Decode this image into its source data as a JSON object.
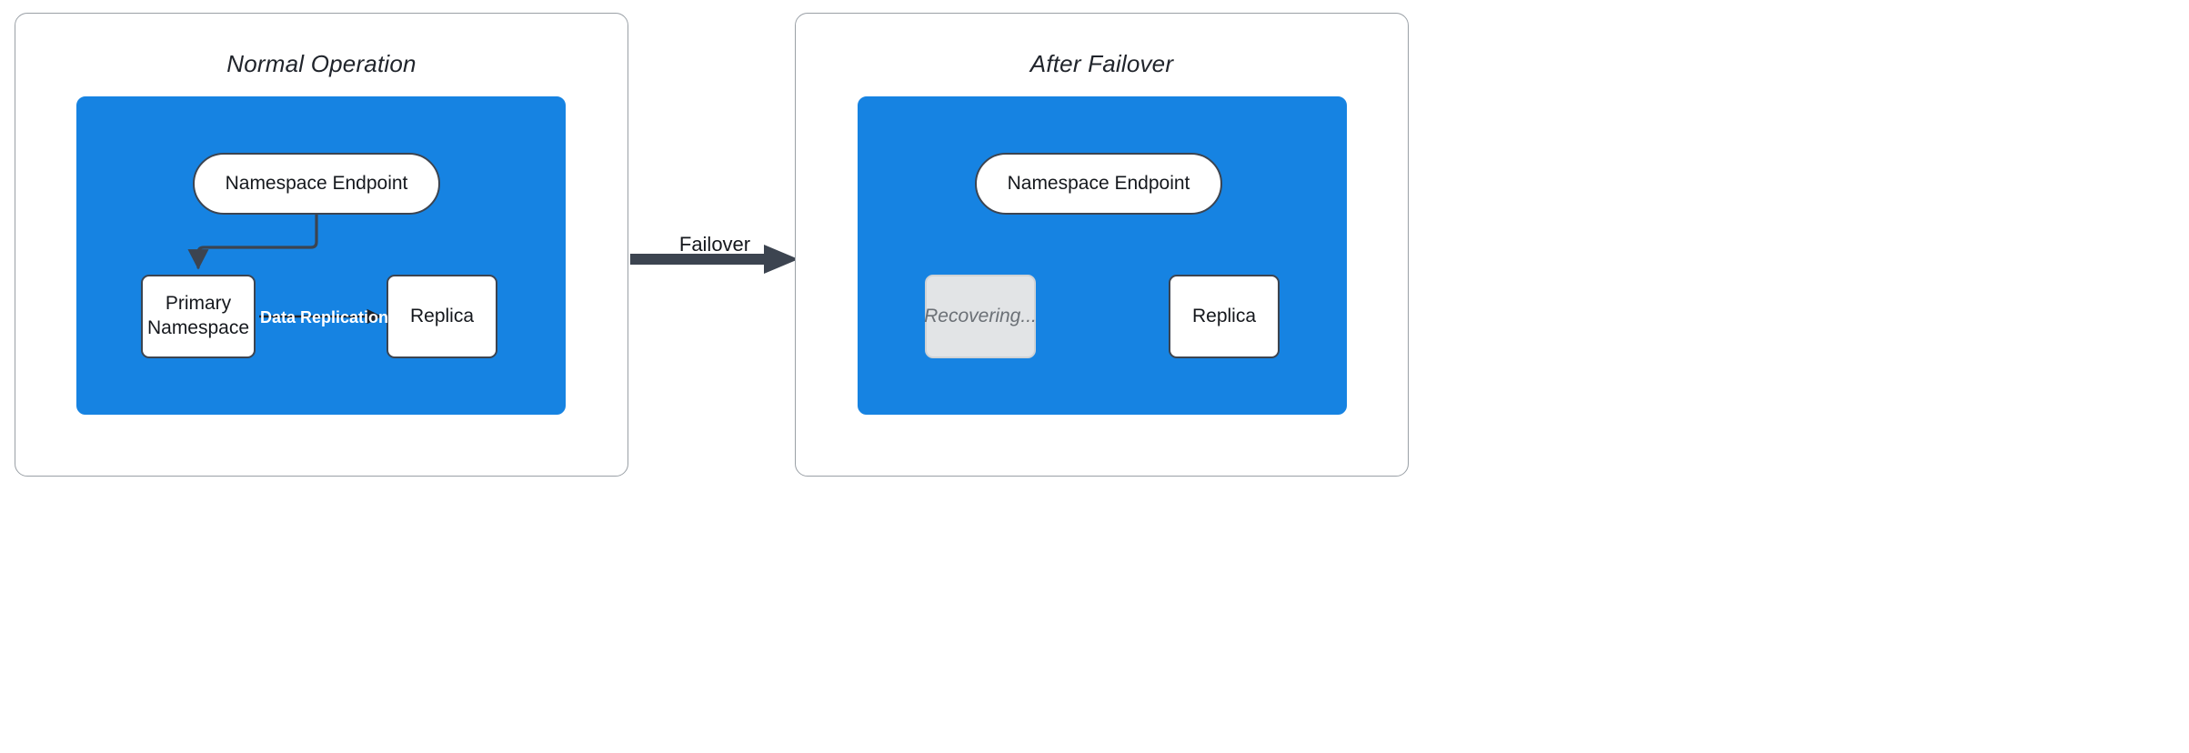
{
  "diagram": {
    "type": "flow-diagram",
    "title_left": "Normal Operation",
    "title_right": "After Failover",
    "transition_label": "Failover",
    "colors": {
      "cluster_blue": "#1683e2",
      "stroke_dark": "#3c4450",
      "panel_border": "#9aa0a6",
      "muted_fill": "#e2e4e6",
      "muted_text": "#6b7076",
      "node_fill": "#ffffff",
      "text": "#15181d",
      "replication_label": "#ffffff"
    }
  },
  "panels": {
    "left": {
      "title": "Normal Operation",
      "nodes": {
        "endpoint": "Namespace Endpoint",
        "primary": "Primary\nNamespace",
        "primary_line1": "Primary",
        "primary_line2": "Namespace",
        "replica": "Replica"
      },
      "edges": {
        "endpoint_to_primary": "",
        "replication": "Data Replication"
      }
    },
    "right": {
      "title": "After Failover",
      "nodes": {
        "endpoint": "Namespace Endpoint",
        "recovering": "Recovering...",
        "replica": "Replica"
      },
      "edges": {
        "endpoint_to_replica": ""
      }
    }
  },
  "transition": {
    "label": "Failover"
  }
}
